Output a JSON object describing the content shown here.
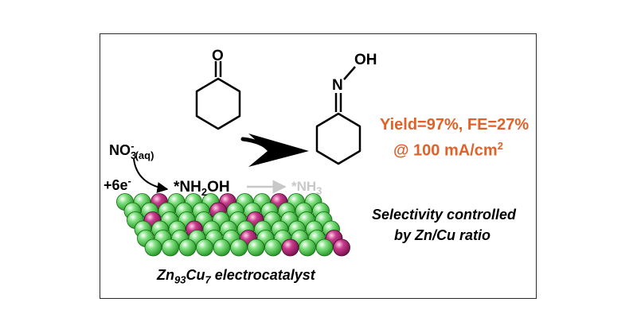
{
  "ketone": {
    "o_label": "O"
  },
  "oxime": {
    "n_label": "N",
    "oh_label": "OH"
  },
  "reactant": {
    "formula": "NO",
    "sub": "3",
    "charge": "-",
    "phase": "(aq)"
  },
  "electrons": {
    "label": "+6e",
    "sup": "-"
  },
  "intermediate": {
    "prefix": "*NH",
    "sub": "2",
    "suffix": "OH"
  },
  "side_product": {
    "prefix": "*NH",
    "sub": "3"
  },
  "result": {
    "line1": "Yield=97%, FE=27%",
    "line2_prefix": "@ 100 mA/cm",
    "line2_sup": "2"
  },
  "selectivity": {
    "line1": "Selectivity controlled",
    "line2": "by Zn/Cu ratio"
  },
  "catalyst": {
    "zn": "Zn",
    "zn_sub": "93",
    "cu": "Cu",
    "cu_sub": "7",
    "suffix": " electrocatalyst"
  },
  "colors": {
    "zn_ball": "#33b833",
    "cu_ball": "#a0186a",
    "accent": "#e0622a",
    "faded": "#c8c8c8"
  }
}
